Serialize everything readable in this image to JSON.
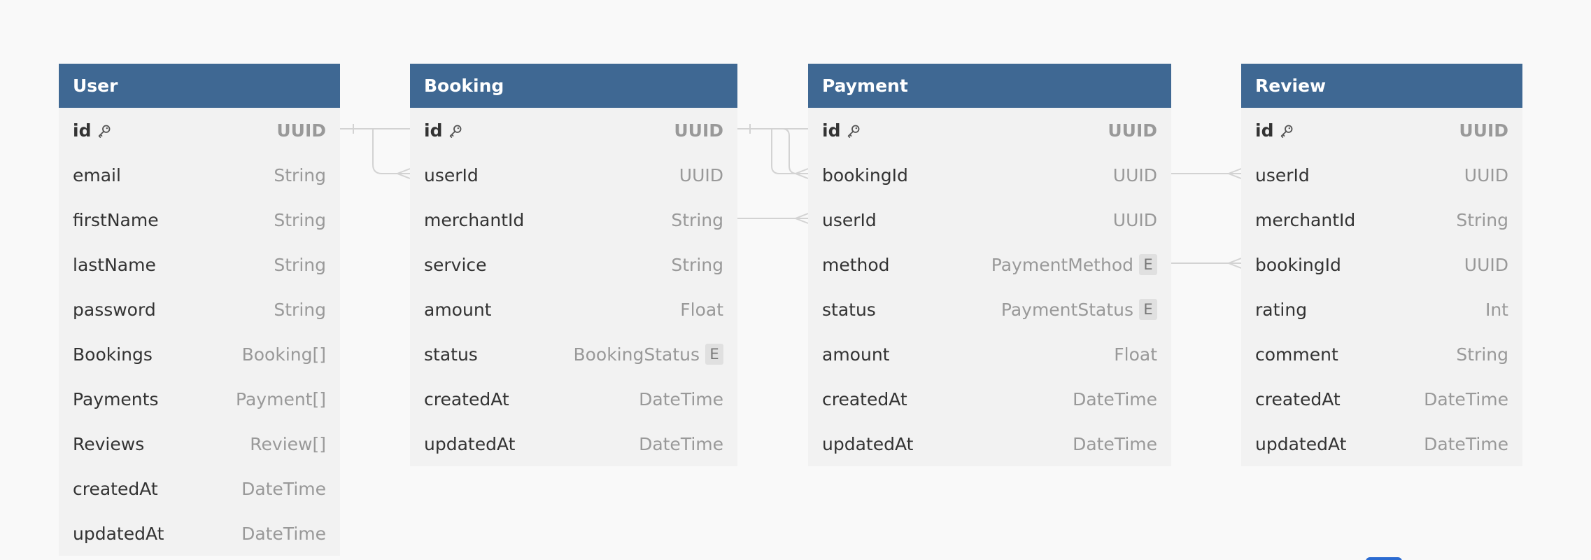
{
  "entities": {
    "user": {
      "title": "User",
      "fields": [
        {
          "name": "id",
          "type": "UUID",
          "pk": true
        },
        {
          "name": "email",
          "type": "String"
        },
        {
          "name": "firstName",
          "type": "String"
        },
        {
          "name": "lastName",
          "type": "String"
        },
        {
          "name": "password",
          "type": "String"
        },
        {
          "name": "Bookings",
          "type": "Booking[]"
        },
        {
          "name": "Payments",
          "type": "Payment[]"
        },
        {
          "name": "Reviews",
          "type": "Review[]"
        },
        {
          "name": "createdAt",
          "type": "DateTime"
        },
        {
          "name": "updatedAt",
          "type": "DateTime"
        }
      ]
    },
    "booking": {
      "title": "Booking",
      "fields": [
        {
          "name": "id",
          "type": "UUID",
          "pk": true
        },
        {
          "name": "userId",
          "type": "UUID"
        },
        {
          "name": "merchantId",
          "type": "String"
        },
        {
          "name": "service",
          "type": "String"
        },
        {
          "name": "amount",
          "type": "Float"
        },
        {
          "name": "status",
          "type": "BookingStatus",
          "badge": "E"
        },
        {
          "name": "createdAt",
          "type": "DateTime"
        },
        {
          "name": "updatedAt",
          "type": "DateTime"
        }
      ]
    },
    "payment": {
      "title": "Payment",
      "fields": [
        {
          "name": "id",
          "type": "UUID",
          "pk": true
        },
        {
          "name": "bookingId",
          "type": "UUID"
        },
        {
          "name": "userId",
          "type": "UUID"
        },
        {
          "name": "method",
          "type": "PaymentMethod",
          "badge": "E"
        },
        {
          "name": "status",
          "type": "PaymentStatus",
          "badge": "E"
        },
        {
          "name": "amount",
          "type": "Float"
        },
        {
          "name": "createdAt",
          "type": "DateTime"
        },
        {
          "name": "updatedAt",
          "type": "DateTime"
        }
      ]
    },
    "review": {
      "title": "Review",
      "fields": [
        {
          "name": "id",
          "type": "UUID",
          "pk": true
        },
        {
          "name": "userId",
          "type": "UUID"
        },
        {
          "name": "merchantId",
          "type": "String"
        },
        {
          "name": "bookingId",
          "type": "UUID"
        },
        {
          "name": "rating",
          "type": "Int"
        },
        {
          "name": "comment",
          "type": "String"
        },
        {
          "name": "createdAt",
          "type": "DateTime"
        },
        {
          "name": "updatedAt",
          "type": "DateTime"
        }
      ]
    }
  },
  "icons": {
    "primary_key": "key-icon",
    "relation_one": "crow-foot-one-icon",
    "relation_many": "crow-foot-many-icon"
  },
  "colors": {
    "header_bg": "#3f6893",
    "header_text": "#ffffff",
    "body_bg": "#f2f2f2",
    "canvas_bg": "#f9f9f9",
    "link_stroke": "#d3d3d3"
  }
}
